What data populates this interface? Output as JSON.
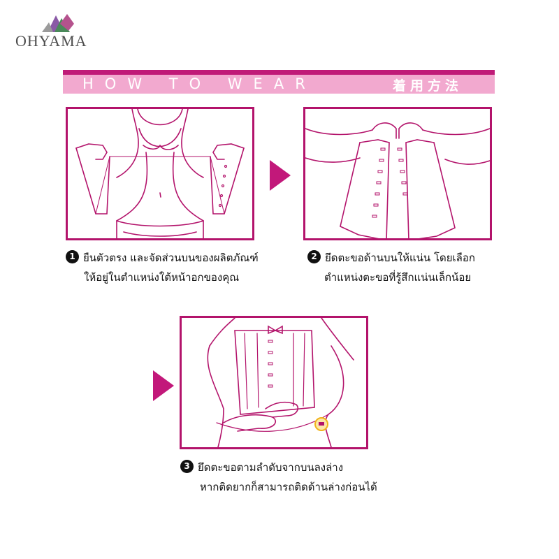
{
  "brand": {
    "name": "OHYAMA",
    "icon": "ohyama-logo-icon"
  },
  "banner": {
    "title": "HOW TO WEAR",
    "subtitle_jp": "着用方法"
  },
  "colors": {
    "magenta": "#b3136b",
    "pink": "#f2a9cf",
    "arrow": "#c2187a"
  },
  "steps": [
    {
      "number": "1",
      "line1": "ยืนตัวตรง และจัดส่วนบนของผลิตภัณฑ์",
      "line2": "ให้อยู่ในตำแหน่งใต้หน้าอกของคุณ"
    },
    {
      "number": "2",
      "line1": "ยึดตะขอด้านบนให้แน่น โดยเลือก",
      "line2": "ตำแหน่งตะขอที่รู้สึกแน่นเล็กน้อย"
    },
    {
      "number": "3",
      "line1": "ยึดตะขอตามลำดับจากบนลงล่าง",
      "line2": "หากติดยากก็สามารถติดด้านล่างก่อนได้"
    }
  ],
  "arrows": [
    "next-step-arrow-icon",
    "next-step-arrow-icon"
  ]
}
